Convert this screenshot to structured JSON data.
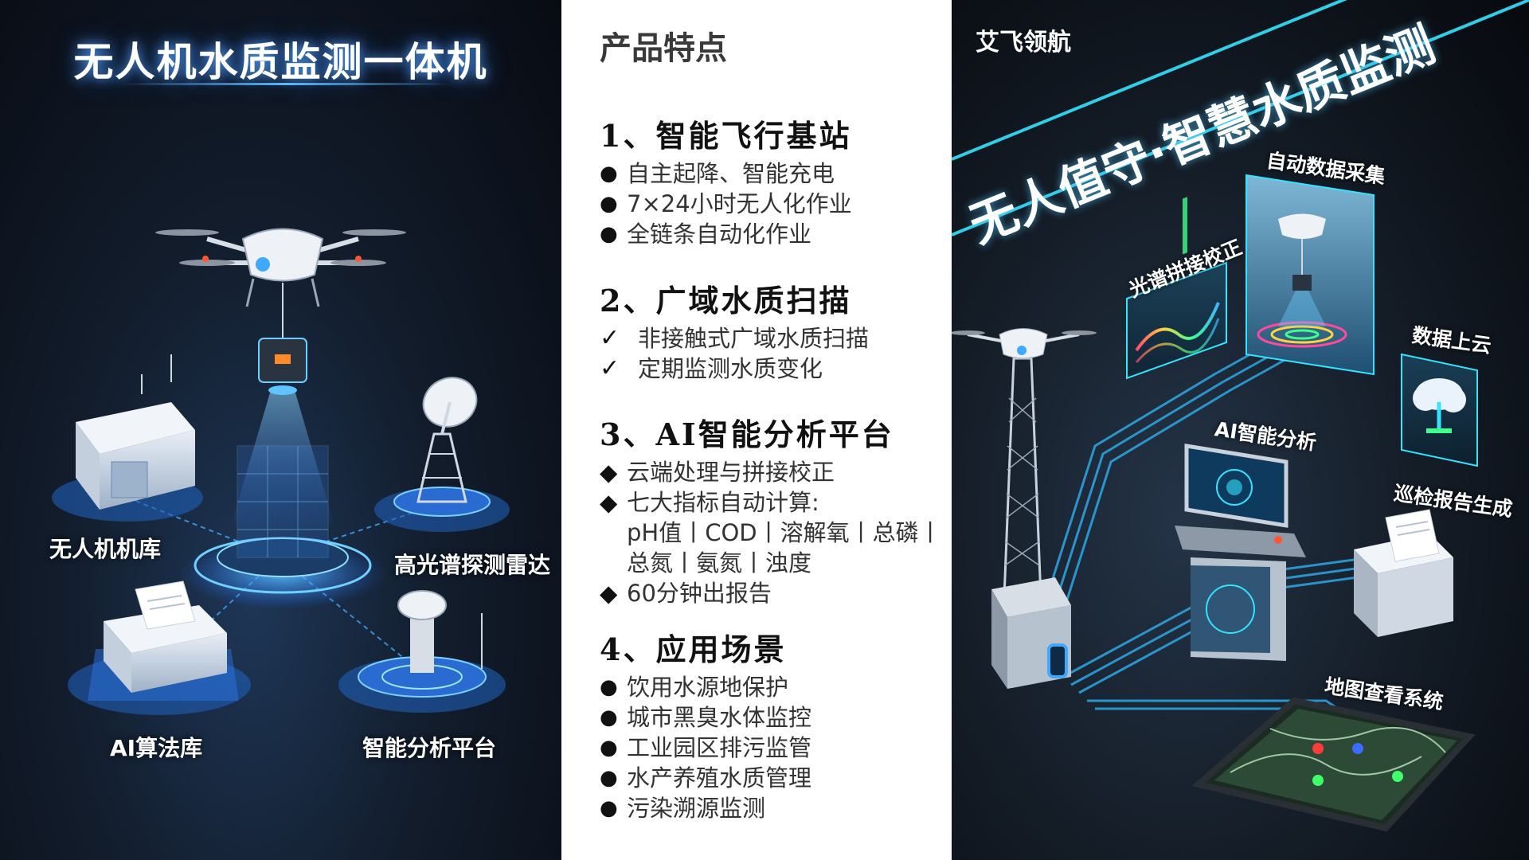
{
  "left_panel": {
    "title": "无人机水质监测一体机",
    "labels": {
      "hangar": "无人机机库",
      "radar": "高光谱探测雷达",
      "algorithm": "AI算法库",
      "platform": "智能分析平台"
    }
  },
  "features": {
    "title": "产品特点",
    "sections": [
      {
        "heading": "1、智能飞行基站",
        "marker": "●",
        "items": [
          "自主起降、智能充电",
          "7×24小时无人化作业",
          "全链条自动化作业"
        ]
      },
      {
        "heading": "2、广域水质扫描",
        "marker": "✓",
        "items": [
          "非接触式广域水质扫描",
          "定期监测水质变化"
        ]
      },
      {
        "heading": "3、AI智能分析平台",
        "marker": "◆",
        "items": [
          "云端处理与拼接校正",
          "七大指标自动计算:",
          "60分钟出报告"
        ],
        "indicator_text": "pH值丨COD丨溶解氧丨总磷丨总氮丨氨氮丨浊度"
      },
      {
        "heading": "4、应用场景",
        "marker": "●",
        "items": [
          "饮用水源地保护",
          "城市黑臭水体监控",
          "工业园区排污监管",
          "水产养殖水质管理",
          "污染溯源监测"
        ]
      }
    ]
  },
  "right_panel": {
    "brand": "艾飞领航",
    "slogan": "无人值守·智慧水质监测",
    "labels": {
      "data_collection": "自动数据采集",
      "spectral": "光谱拼接校正",
      "cloud": "数据上云",
      "ai_analysis": "AI智能分析",
      "report": "巡检报告生成",
      "map": "地图查看系统"
    }
  },
  "colors": {
    "glow_blue": "#3fa9ff",
    "neon_cyan": "#34e3ff",
    "dark_bg": "#0a0f18"
  }
}
